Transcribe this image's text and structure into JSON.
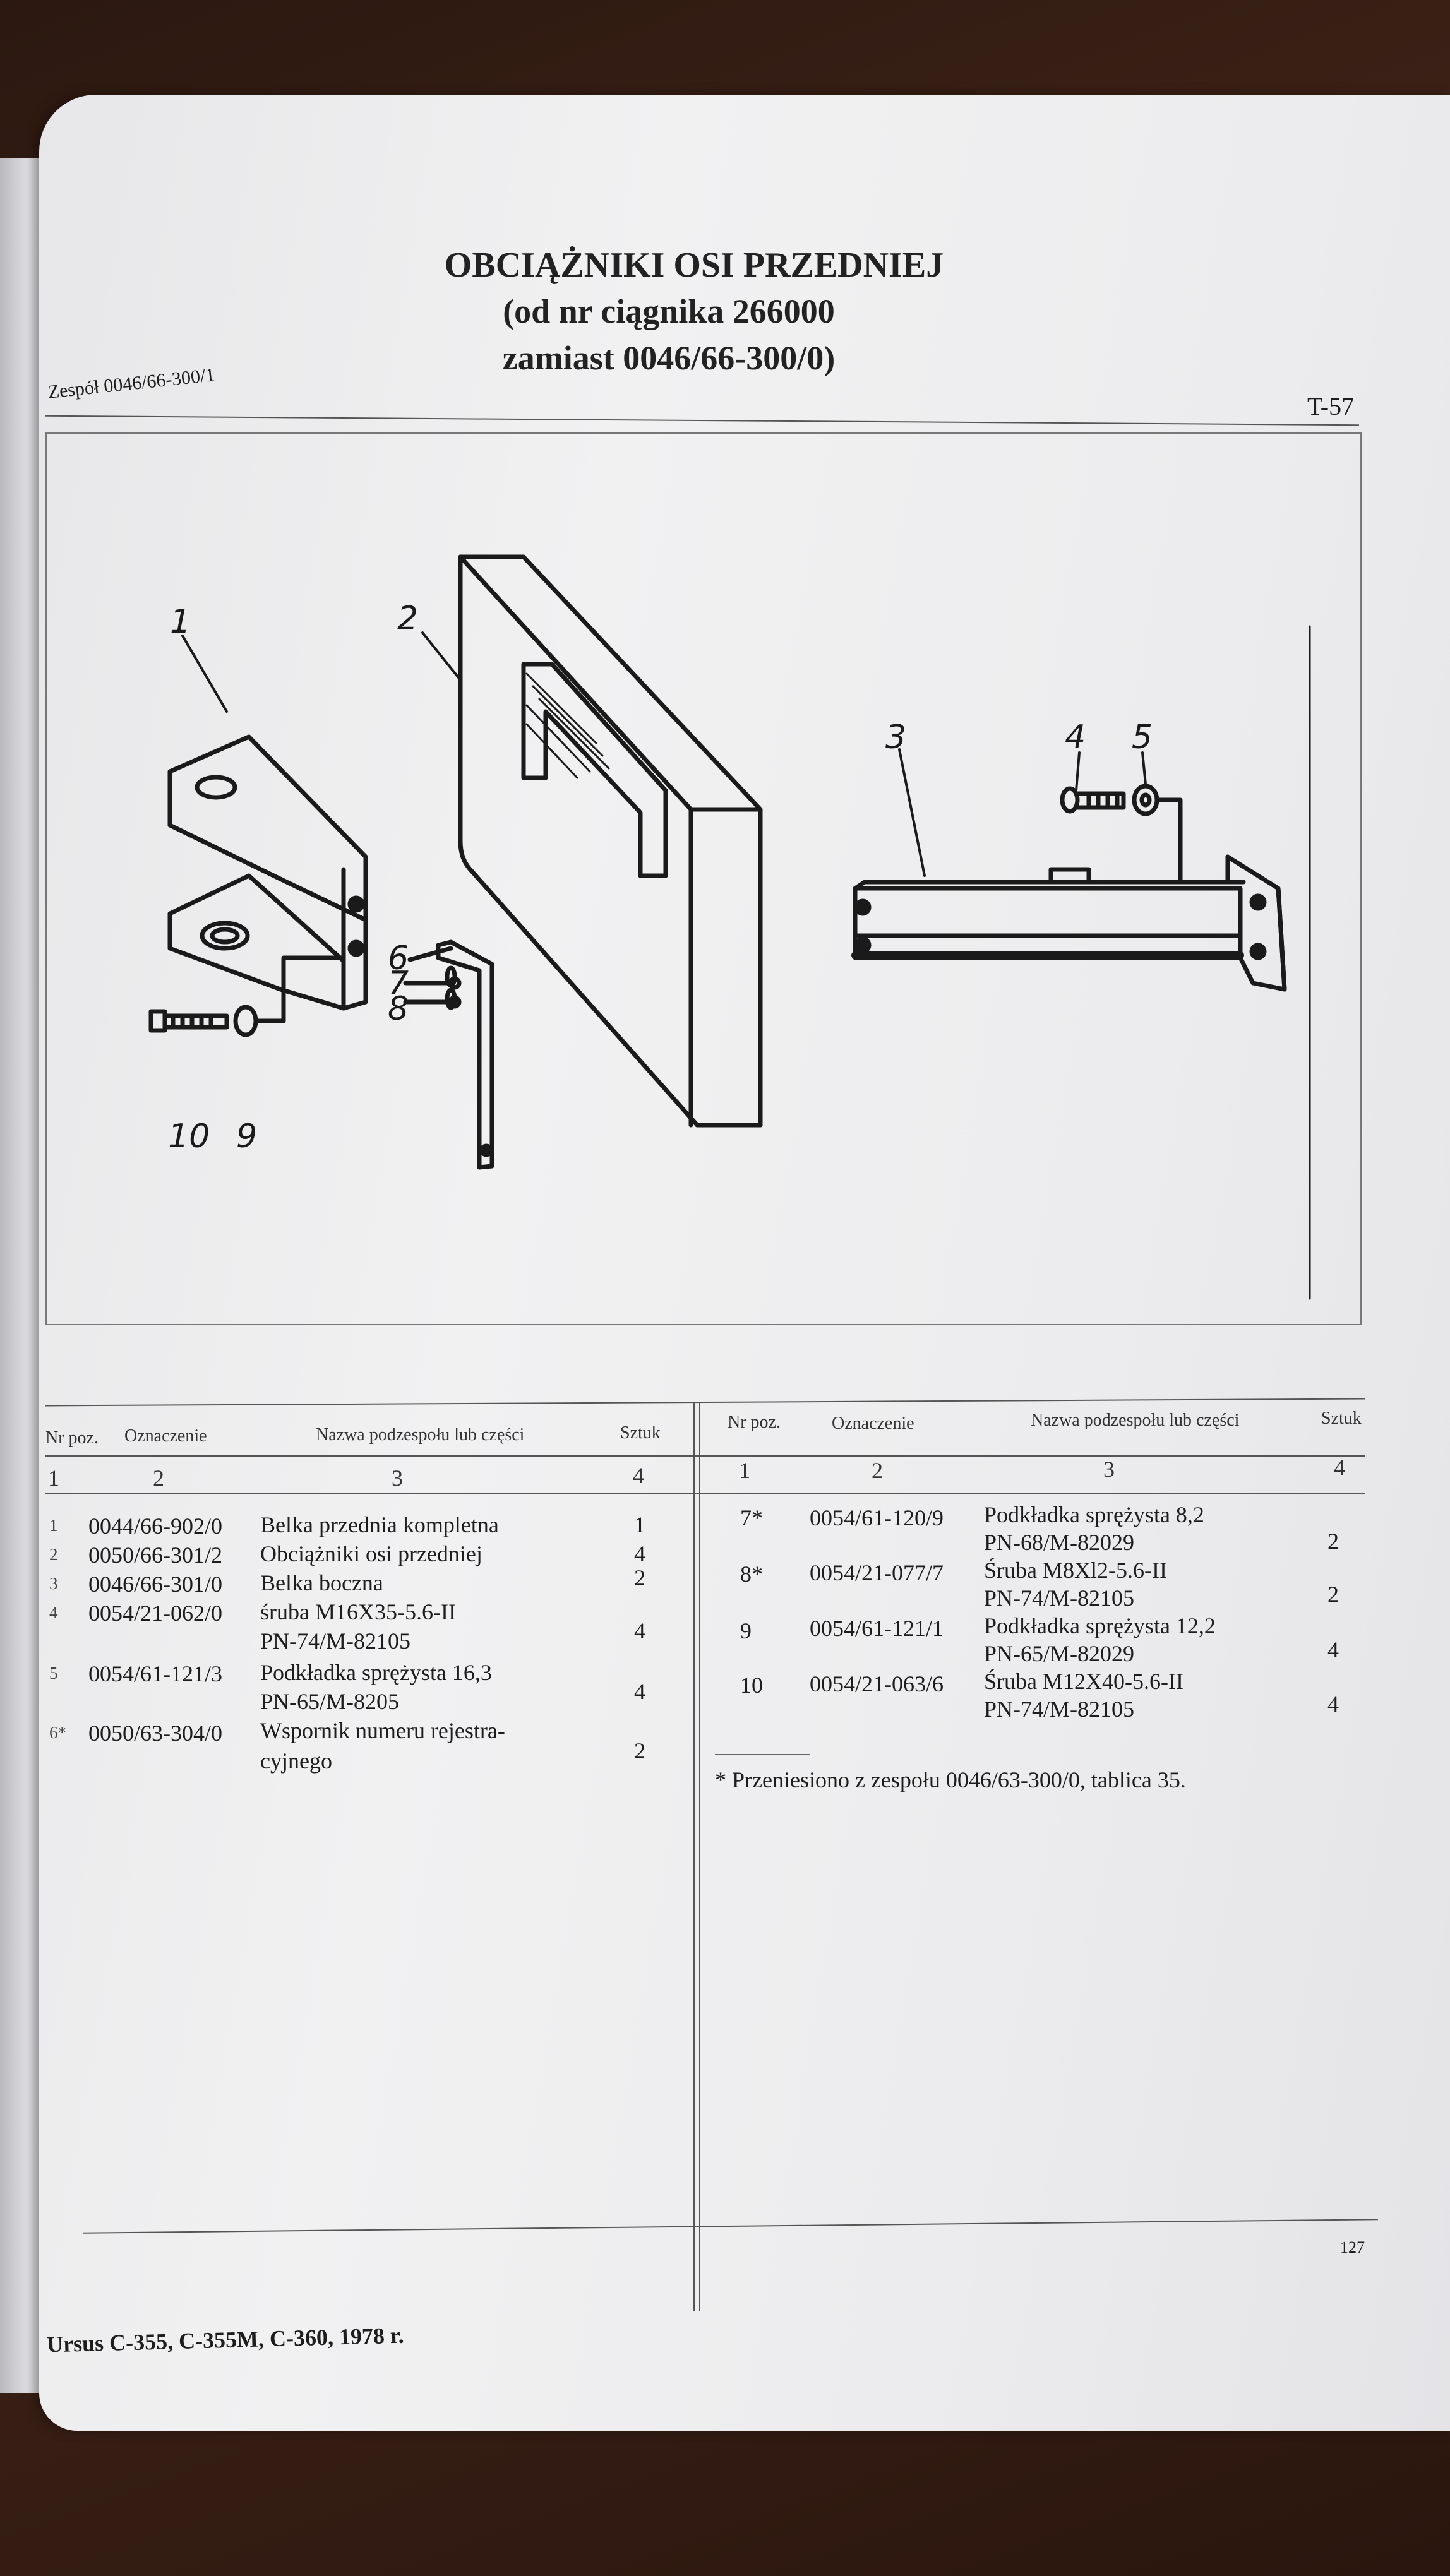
{
  "header": {
    "title_line1": "OBCIĄŻNIKI OSI PRZEDNIEJ",
    "title_line2": "(od nr ciągnika 266000",
    "title_line3": "zamiast 0046/66-300/0)",
    "zespol": "Zespół 0046/66-300/1",
    "table_number": "T-57"
  },
  "drawing": {
    "callouts": [
      "1",
      "2",
      "3",
      "4",
      "5",
      "6",
      "7",
      "8",
      "9",
      "10"
    ]
  },
  "table": {
    "headers": {
      "nr_poz": "Nr poz.",
      "oznaczenie": "Oznaczenie",
      "nazwa": "Nazwa podzespołu lub części",
      "sztuk": "Sztuk"
    },
    "col_numbers": [
      "1",
      "2",
      "3",
      "4"
    ],
    "left_rows": [
      {
        "nr": "1",
        "code": "0044/66-902/0",
        "name1": "Belka przednia kompletna",
        "name2": "",
        "qty": "1"
      },
      {
        "nr": "2",
        "code": "0050/66-301/2",
        "name1": "Obciążniki osi przedniej",
        "name2": "",
        "qty": "4"
      },
      {
        "nr": "3",
        "code": "0046/66-301/0",
        "name1": "Belka boczna",
        "name2": "",
        "qty": "2"
      },
      {
        "nr": "4",
        "code": "0054/21-062/0",
        "name1": "śruba M16X35-5.6-II",
        "name2": "PN-74/M-82105",
        "qty": "4"
      },
      {
        "nr": "5",
        "code": "0054/61-121/3",
        "name1": "Podkładka sprężysta 16,3",
        "name2": "PN-65/M-8205",
        "qty": "4"
      },
      {
        "nr": "6*",
        "code": "0050/63-304/0",
        "name1": "Wspornik numeru rejestra-",
        "name2": "cyjnego",
        "qty": "2"
      }
    ],
    "right_rows": [
      {
        "nr": "7*",
        "code": "0054/61-120/9",
        "name1": "Podkładka sprężysta 8,2",
        "name2": "PN-68/M-82029",
        "qty": "2"
      },
      {
        "nr": "8*",
        "code": "0054/21-077/7",
        "name1": "Śruba M8Xl2-5.6-II",
        "name2": "PN-74/M-82105",
        "qty": "2"
      },
      {
        "nr": "9",
        "code": "0054/61-121/1",
        "name1": "Podkładka sprężysta 12,2",
        "name2": "PN-65/M-82029",
        "qty": "4"
      },
      {
        "nr": "10",
        "code": "0054/21-063/6",
        "name1": "Śruba M12X40-5.6-II",
        "name2": "PN-74/M-82105",
        "qty": "4"
      }
    ],
    "footnote": "* Przeniesiono z zespołu 0046/63-300/0, tablica 35."
  },
  "footer": {
    "left": "Ursus C-355, C-355M, C-360, 1978 r.",
    "page_number": "127"
  }
}
